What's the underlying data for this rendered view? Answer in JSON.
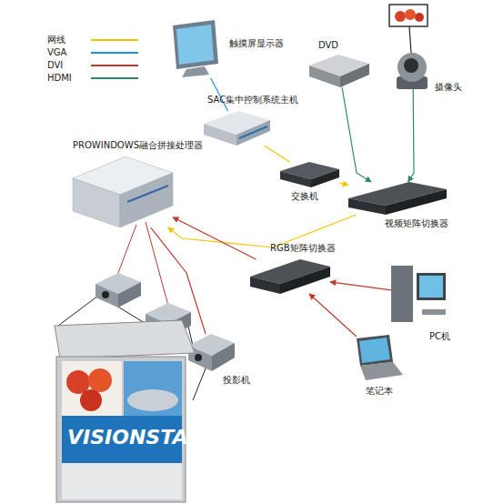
{
  "diagram": {
    "nodes": [
      {
        "text": [
          "触摸屏显示器"
        ]
      },
      {
        "text": [
          "摄像头"
        ]
      },
      {
        "text": [
          "DVD"
        ]
      },
      {
        "text": [
          "SAC集中控制系统主机"
        ]
      },
      {
        "text": [
          "PROWINDOWS融合拼接处理器"
        ]
      },
      {
        "text": [
          "交换机"
        ]
      },
      {
        "text": [
          "视频矩阵切换器"
        ]
      },
      {
        "text": [
          "RGB矩阵切换器"
        ]
      },
      {
        "text": [
          "PC机"
        ]
      },
      {
        "text": [
          "笔记本"
        ]
      },
      {
        "text": [
          "投影机"
        ]
      }
    ],
    "edges": [
      {
        "from": 0,
        "to": 3,
        "arrow": "none"
      },
      {
        "from": 3,
        "to": 5,
        "arrow": "none"
      },
      {
        "from": 5,
        "to": 6,
        "arrow": "to"
      },
      {
        "from": 2,
        "to": 6,
        "arrow": "to"
      },
      {
        "from": 1,
        "to": 6,
        "arrow": "to"
      },
      {
        "from": 6,
        "to": 4,
        "arrow": "to"
      },
      {
        "from": 7,
        "to": 4,
        "arrow": "to"
      },
      {
        "from": 8,
        "to": 7,
        "arrow": "to"
      },
      {
        "from": 9,
        "to": 7,
        "arrow": "to"
      },
      {
        "from": 4,
        "to": 10,
        "arrow": "none"
      }
    ],
    "labels": [
      "VISIONSTAR"
    ],
    "legend": [
      {
        "text": "网线",
        "color": "#f5c400"
      },
      {
        "text": "VGA",
        "color": "#1e90d6"
      },
      {
        "text": "DVI",
        "color": "#c0392b"
      },
      {
        "text": "HDMI",
        "color": "#2a8a6a"
      }
    ]
  }
}
